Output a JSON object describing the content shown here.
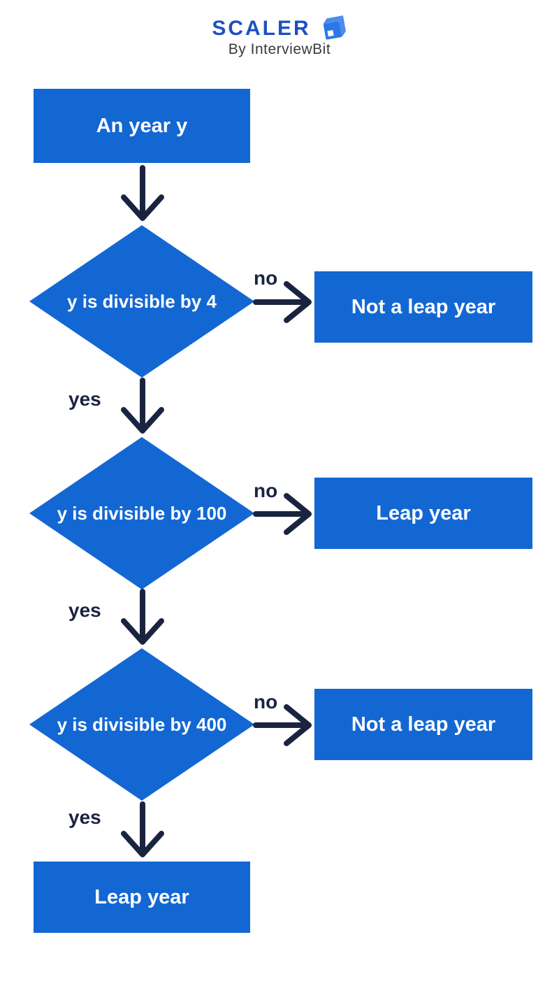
{
  "logo": {
    "brand": "SCALER",
    "byline": "By InterviewBit"
  },
  "colors": {
    "node_blue": "#1367d3",
    "node_text": "#ffffff",
    "arrow_navy": "#1a2440",
    "brand_blue": "#1e4fc2",
    "cube_blue": "#2b77e6",
    "cube_light": "#4b8cee",
    "byline_gray": "#3a3a3a"
  },
  "flowchart": {
    "start": {
      "label": "An year y"
    },
    "decisions": [
      {
        "label": "y is divisible by 4",
        "no": "no",
        "yes": "yes",
        "no_result": "Not a leap year"
      },
      {
        "label": "y is divisible by 100",
        "no": "no",
        "yes": "yes",
        "no_result": "Leap year"
      },
      {
        "label": "y is divisible by 400",
        "no": "no",
        "yes": "yes",
        "no_result": "Not a leap year"
      }
    ],
    "end": {
      "label": "Leap year"
    }
  }
}
